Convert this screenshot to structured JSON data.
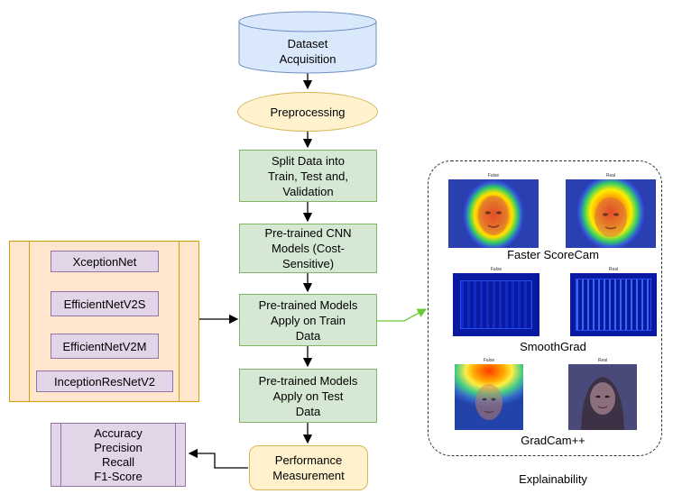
{
  "flow": {
    "dataset": "Dataset\nAcquisition",
    "preprocessing": "Preprocessing",
    "split": "Split Data into\nTrain, Test and,\nValidation",
    "pretrained_cnn": "Pre-trained CNN\nModels (Cost-\nSensitive)",
    "apply_train": "Pre-trained Models\nApply on Train\nData",
    "apply_test": "Pre-trained Models\nApply on Test\nData",
    "performance": "Performance\nMeasurement"
  },
  "models": [
    "XceptionNet",
    "EfficientNetV2S",
    "EfficientNetV2M",
    "InceptionResNetV2"
  ],
  "metrics": "Accuracy\nPrecision\nRecall\nF1-Score",
  "explainability": {
    "title": "Explainability",
    "methods": [
      {
        "name": "Faster ScoreCam",
        "left_label": "False",
        "right_label": "Real"
      },
      {
        "name": "SmoothGrad",
        "left_label": "False",
        "right_label": "Real"
      },
      {
        "name": "GradCam++",
        "left_label": "False",
        "right_label": "Real"
      }
    ]
  },
  "colors": {
    "process_fill": "#d5e8d4",
    "process_stroke": "#82b366",
    "terminal_fill": "#fff2cc",
    "terminal_stroke": "#d6b656",
    "model_fill": "#e1d5e7",
    "model_stroke": "#9673a6",
    "container_fill": "#ffe6cc",
    "container_stroke": "#d79b00",
    "db_fill": "#dae8fc",
    "db_stroke": "#6c8ebf",
    "green_arrow": "#66cc33"
  }
}
